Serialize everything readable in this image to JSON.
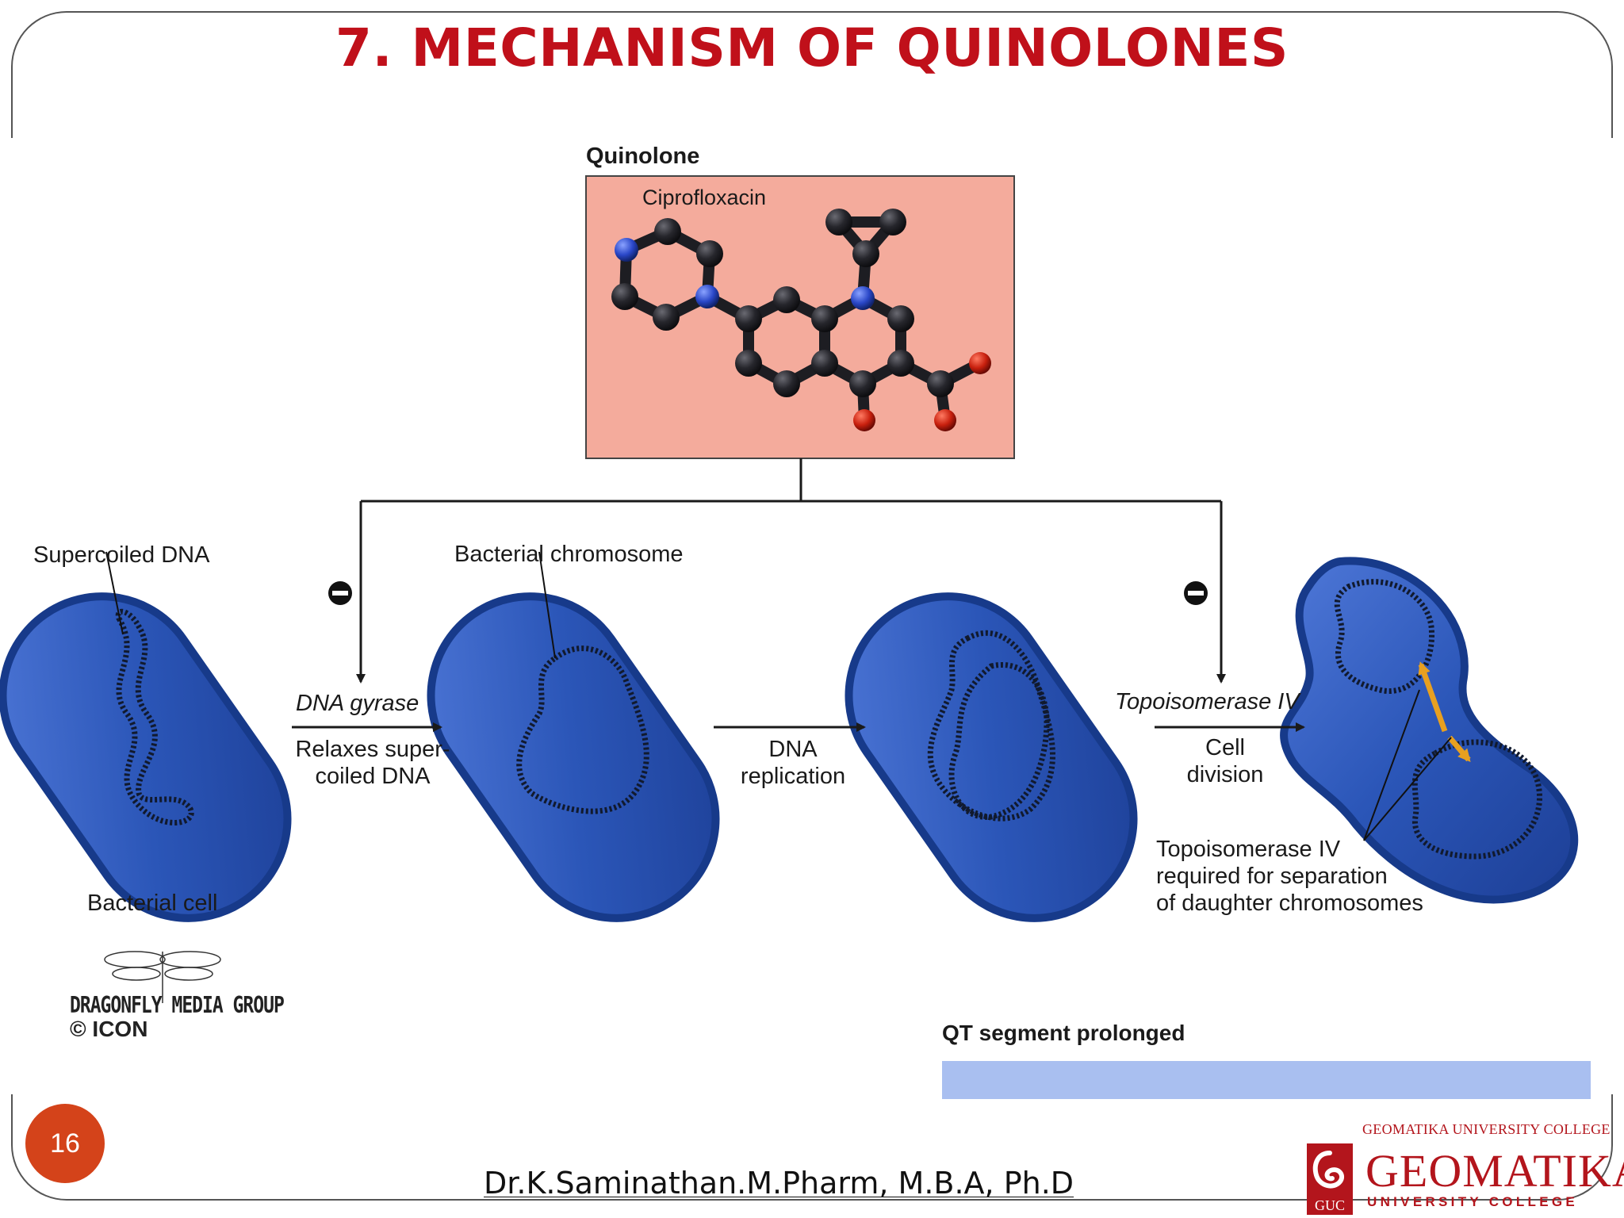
{
  "slide": {
    "title": "7. MECHANISM OF QUINOLONES",
    "page_number": "16",
    "author": "Dr.K.Saminathan.M.Pharm, M.B.A, Ph.D"
  },
  "diagram": {
    "drug_class": "Quinolone",
    "drug_name": "Ciprofloxacin",
    "stages": {
      "supercoiled_label": "Supercoiled DNA",
      "cell_label": "Bacterial cell",
      "chromosome_label": "Bacterial chromosome",
      "enzyme1": "DNA gyrase",
      "step1_line1": "Relaxes super-",
      "step1_line2": "coiled DNA",
      "step2_line1": "DNA",
      "step2_line2": "replication",
      "enzyme2": "Topoisomerase IV",
      "step3_line1": "Cell",
      "step3_line2": "division",
      "note_line1": "Topoisomerase IV",
      "note_line2": "required for separation",
      "note_line3": "of daughter chromosomes"
    },
    "next_panel_caption": "QT segment prolonged",
    "credit_line1": "DRAGONFLY MEDIA GROUP",
    "credit_line2": "© ICON"
  },
  "logo": {
    "top_text": "GEOMATIKA UNIVERSITY COLLEGE",
    "main_text": "GEOMATIKA",
    "sub_text": "UNIVERSITY COLLEGE",
    "emblem_text": "GUC"
  },
  "colors": {
    "title": "#c0101a",
    "cell_fill": "#2b56b8",
    "cell_border": "#173a8a",
    "molecule_box": "#f4ab9c",
    "badge": "#d4431a",
    "brand": "#b3151c"
  }
}
